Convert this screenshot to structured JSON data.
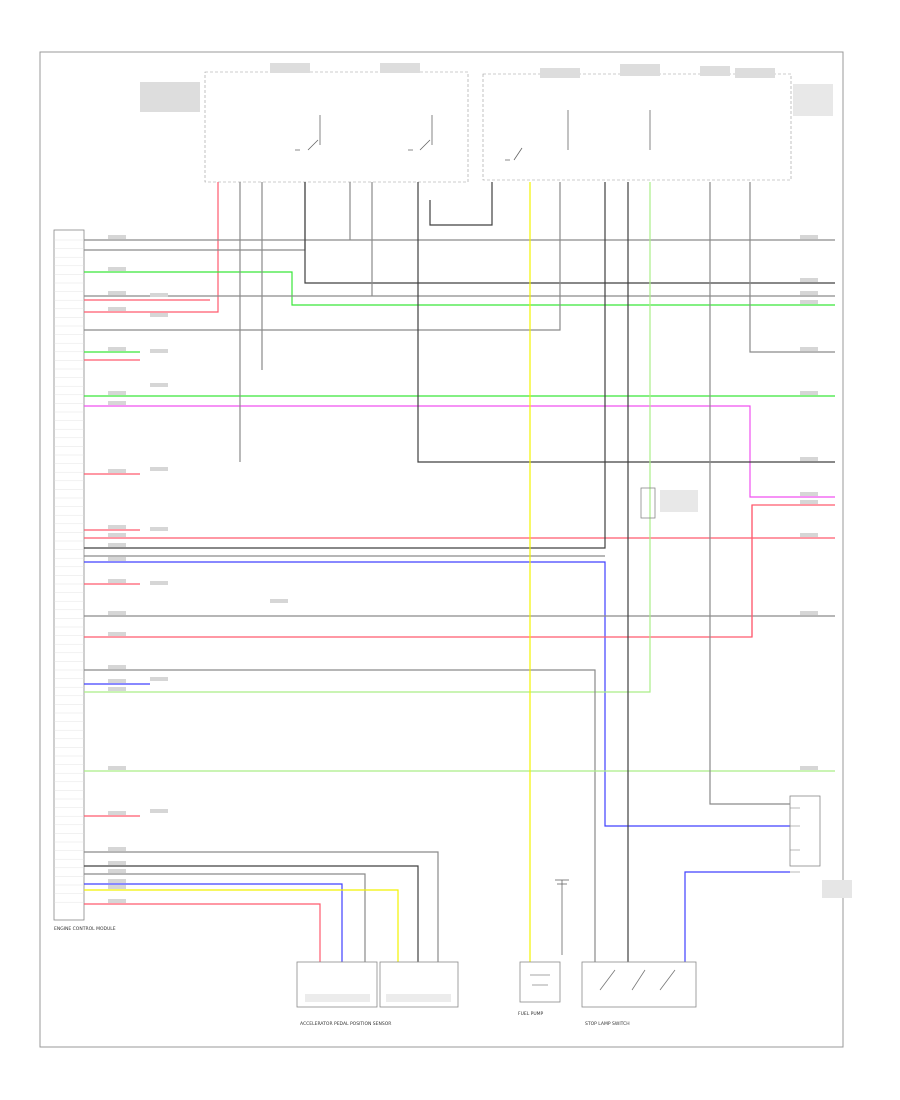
{
  "diagram": {
    "ecm_label": "ENGINE CONTROL MODULE",
    "fuel_pump_label": "FUEL PUMP",
    "pedal_sensor_label": "ACCELERATOR PEDAL POSITION SENSOR",
    "brake_switch_label": "STOP LAMP SWITCH",
    "corner_label": "",
    "colors": {
      "red": "#ff5a6e",
      "green": "#39e639",
      "lightgreen": "#aaee88",
      "yellow": "#f2f200",
      "blue": "#4040ff",
      "magenta": "#f050f0",
      "gray": "#8a8a8a",
      "dark": "#404040"
    }
  }
}
